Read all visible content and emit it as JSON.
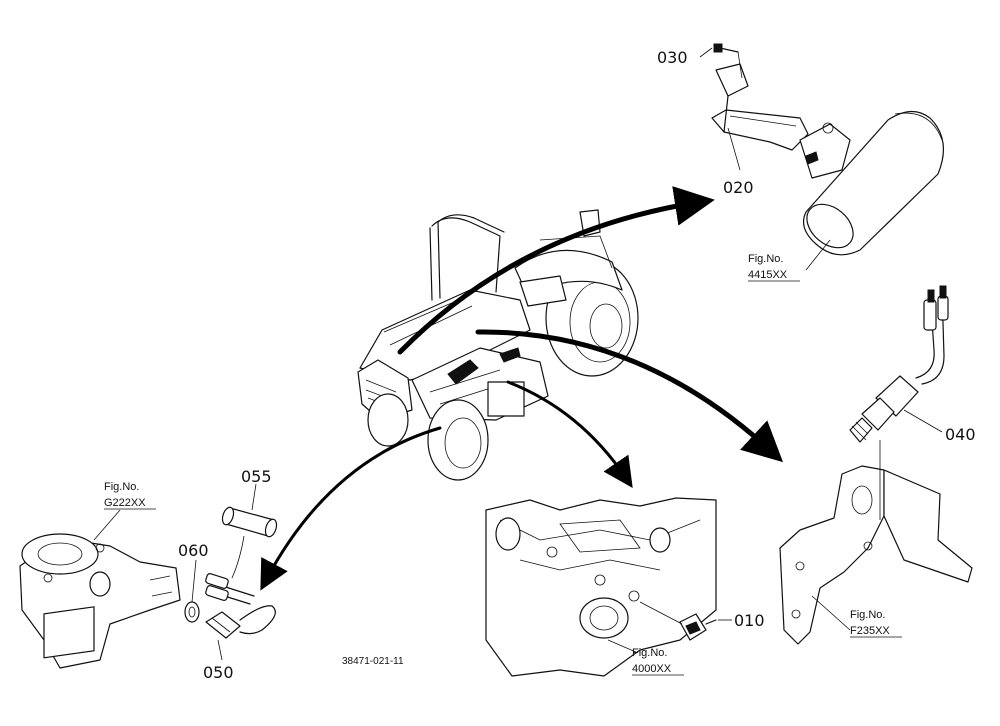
{
  "parts": {
    "p010": "010",
    "p020": "020",
    "p030": "030",
    "p040": "040",
    "p050": "050",
    "p055": "055",
    "p060": "060"
  },
  "figures": {
    "g222": {
      "label": "Fig.No.",
      "code": "G222XX"
    },
    "f4000": {
      "label": "Fig.No.",
      "code": "4000XX"
    },
    "f4415": {
      "label": "Fig.No.",
      "code": "4415XX"
    },
    "f235": {
      "label": "Fig.No.",
      "code": "F235XX"
    }
  },
  "diagram_code": "38471-021-11"
}
